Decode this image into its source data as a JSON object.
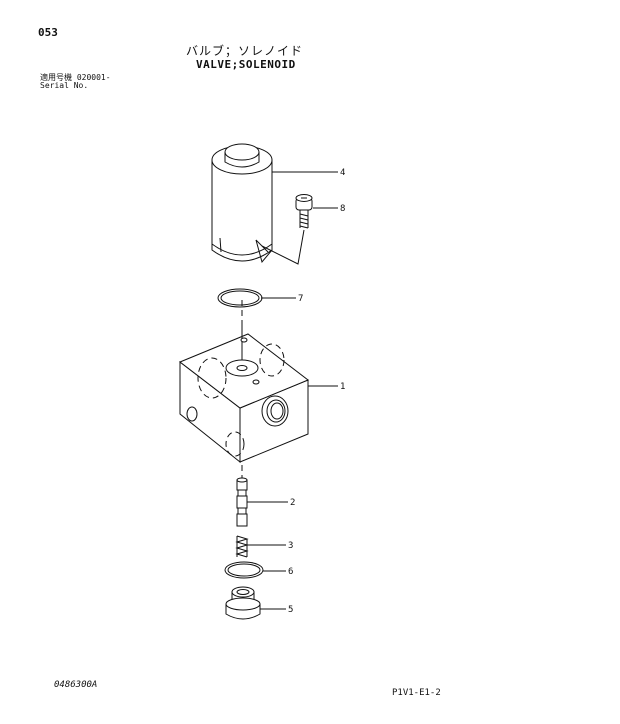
{
  "header": {
    "page_number": "053",
    "title_jp": "バルブ；ソレノイド",
    "title_en": "VALVE;SOLENOID",
    "serial_label_jp": "適用号機  020001-",
    "serial_label_en": "Serial No."
  },
  "callouts": [
    "4",
    "8",
    "7",
    "1",
    "2",
    "3",
    "6",
    "5"
  ],
  "footer": {
    "figure_number": "0486300A",
    "sheet_reference": "P1V1-E1-2"
  }
}
